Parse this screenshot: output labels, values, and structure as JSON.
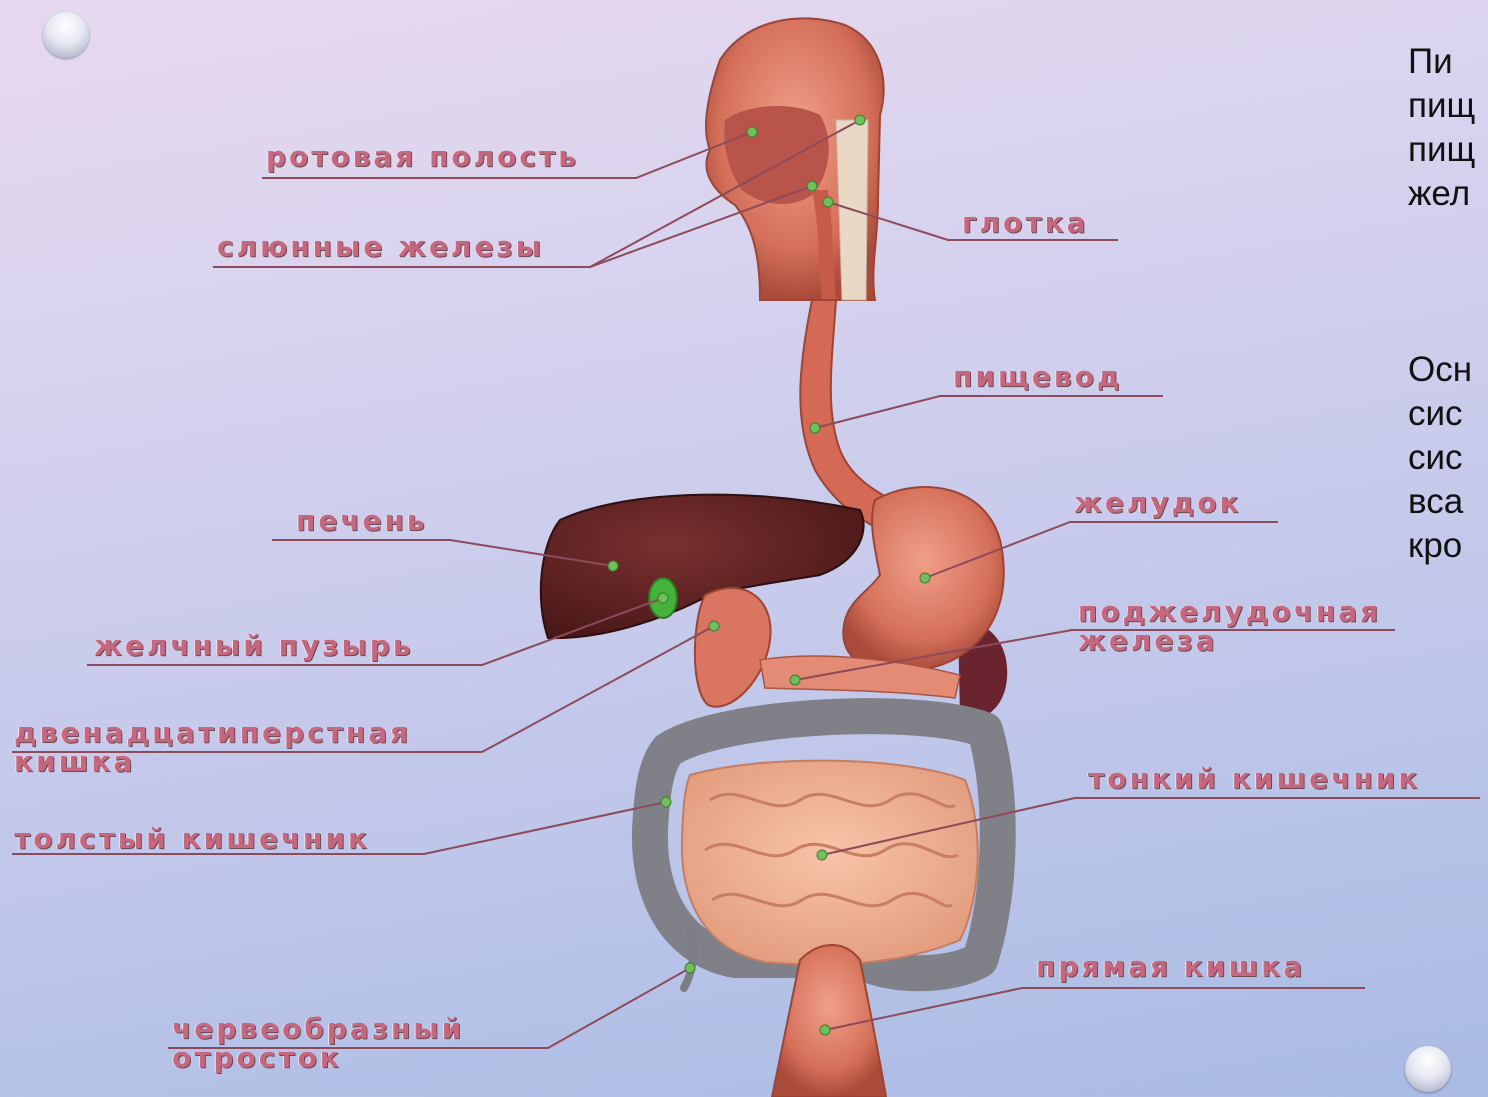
{
  "labels": {
    "mouth": "ротовая полость",
    "salivary": "слюнные железы",
    "pharynx": "глотка",
    "esophagus": "пищевод",
    "liver": "печень",
    "stomach": "желудок",
    "gallbladder": "желчный пузырь",
    "pancreas": "поджелудочная железа",
    "duodenum": "двенадцатиперстная кишка",
    "small_intestine": "тонкий кишечник",
    "large_intestine": "толстый кишечник",
    "rectum": "прямая кишка",
    "appendix": "червеобразный отросток"
  },
  "side_text": {
    "para1": " Пи\nпищ\nпищ\nжел",
    "para2": "Осн\nсис\nсис\nвса\nкро"
  },
  "icons": {
    "top_left": "glass-orb-icon",
    "bottom_right": "glass-orb-icon"
  },
  "colors": {
    "label": "#c5687f",
    "leader_line": "#8d4a5a",
    "marker": "#6fbf5a"
  }
}
